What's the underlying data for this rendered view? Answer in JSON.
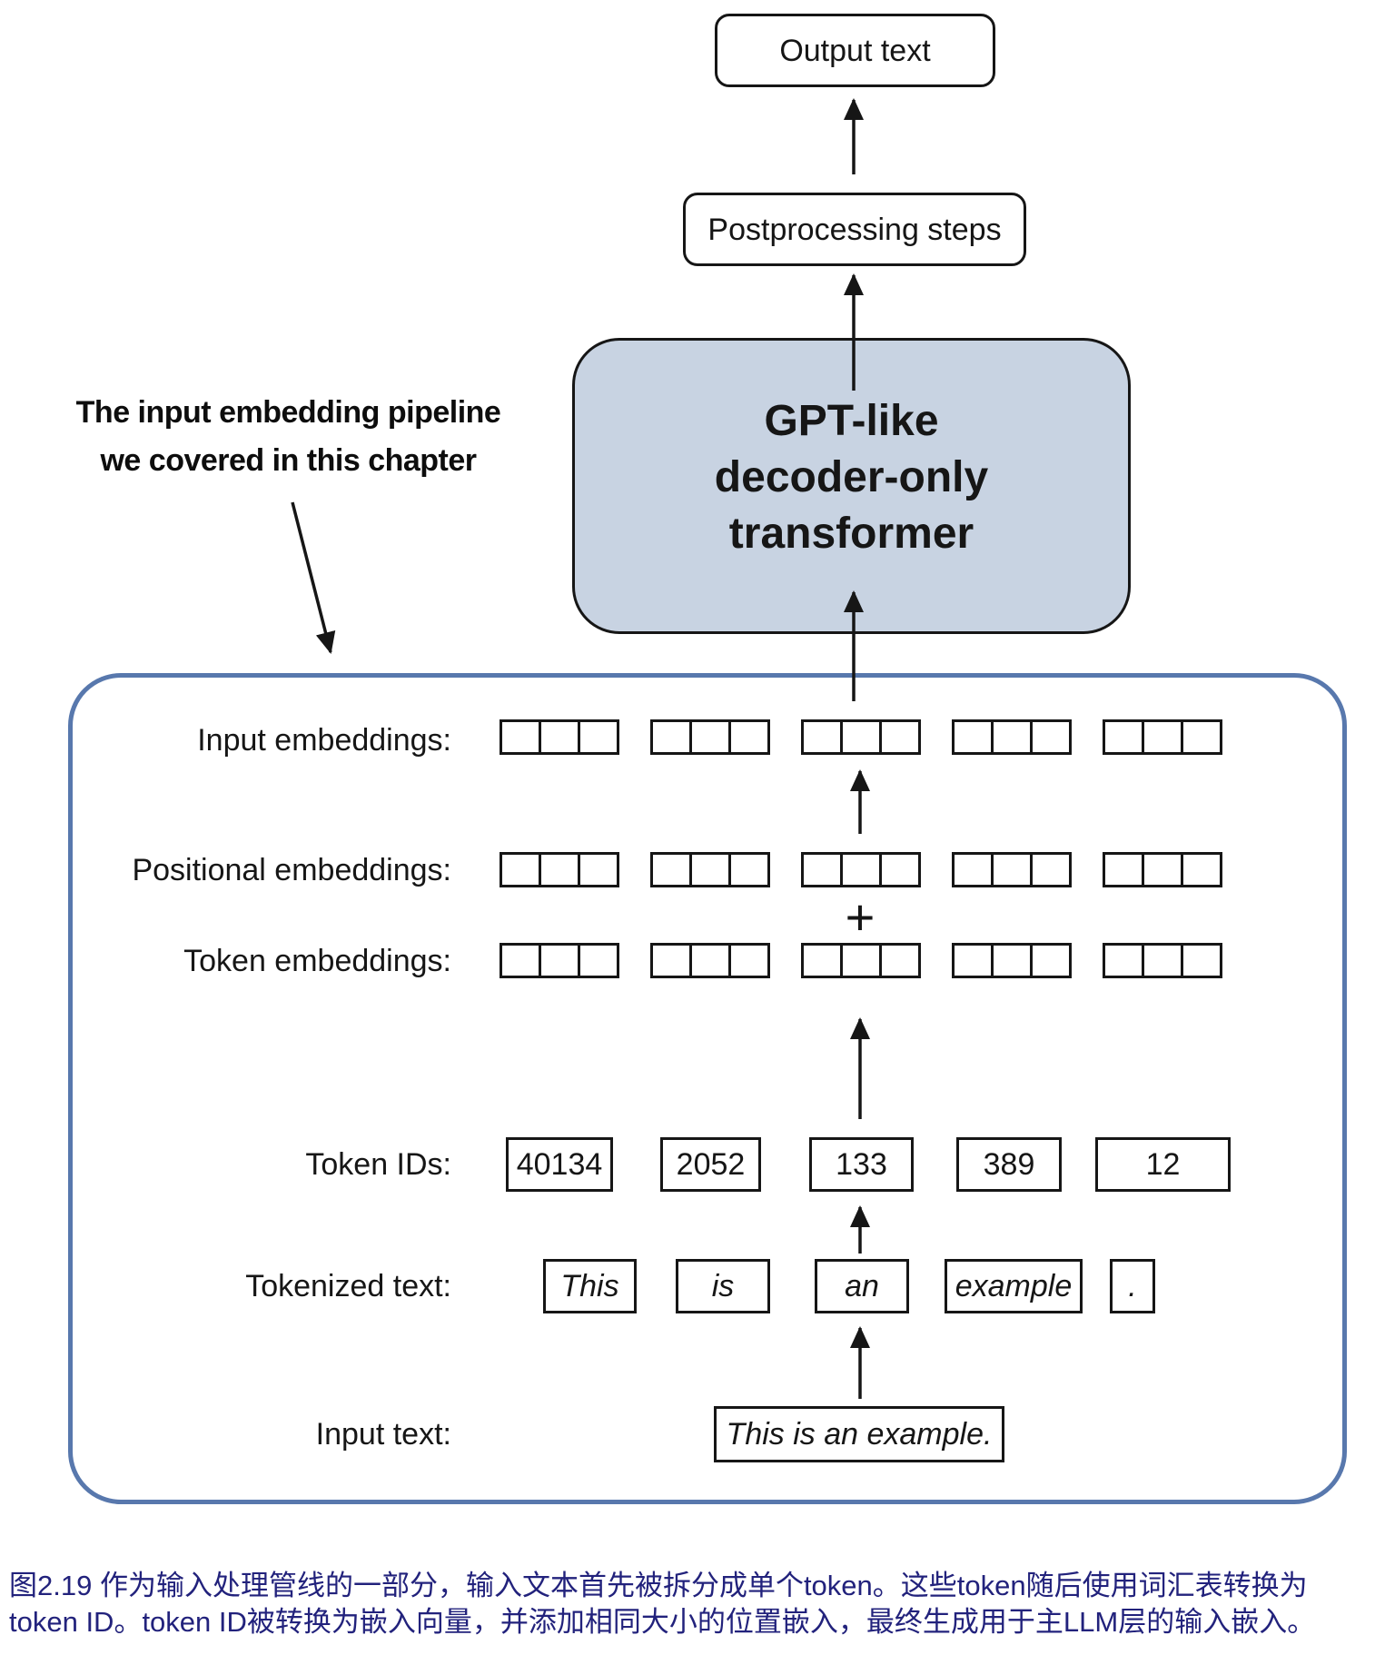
{
  "figure": {
    "output_box_label": "Output text",
    "postprocessing_box_label": "Postprocessing steps",
    "gpt_box": {
      "line1": "GPT-like",
      "line2": "decoder-only",
      "line3": "transformer"
    },
    "annotation": {
      "line1": "The input embedding pipeline",
      "line2": "we covered in this chapter"
    },
    "rows": {
      "input_embeddings_label": "Input embeddings:",
      "positional_embeddings_label": "Positional embeddings:",
      "token_embeddings_label": "Token embeddings:",
      "token_ids_label": "Token IDs:",
      "tokenized_text_label": "Tokenized text:",
      "input_text_label": "Input text:"
    },
    "plus_sign": "+",
    "squares": {
      "groups": 5,
      "per_group": 3
    },
    "token_ids": [
      "40134",
      "2052",
      "133",
      "389",
      "12"
    ],
    "tokens": [
      "This",
      "is",
      "an",
      "example",
      "."
    ],
    "input_text": "This is an example."
  },
  "caption": {
    "line1": "图2.19 作为输入处理管线的一部分，输入文本首先被拆分成单个token。这些token随后使用词汇表转换为",
    "line2": "token ID。token ID被转换为嵌入向量，并添加相同大小的位置嵌入，最终生成用于主LLM层的输入嵌入。"
  },
  "colors": {
    "diagram_ink": "#161616",
    "container_border": "#5878ad",
    "gpt_box_fill": "#c8d3e2",
    "caption_text": "#22227c"
  }
}
